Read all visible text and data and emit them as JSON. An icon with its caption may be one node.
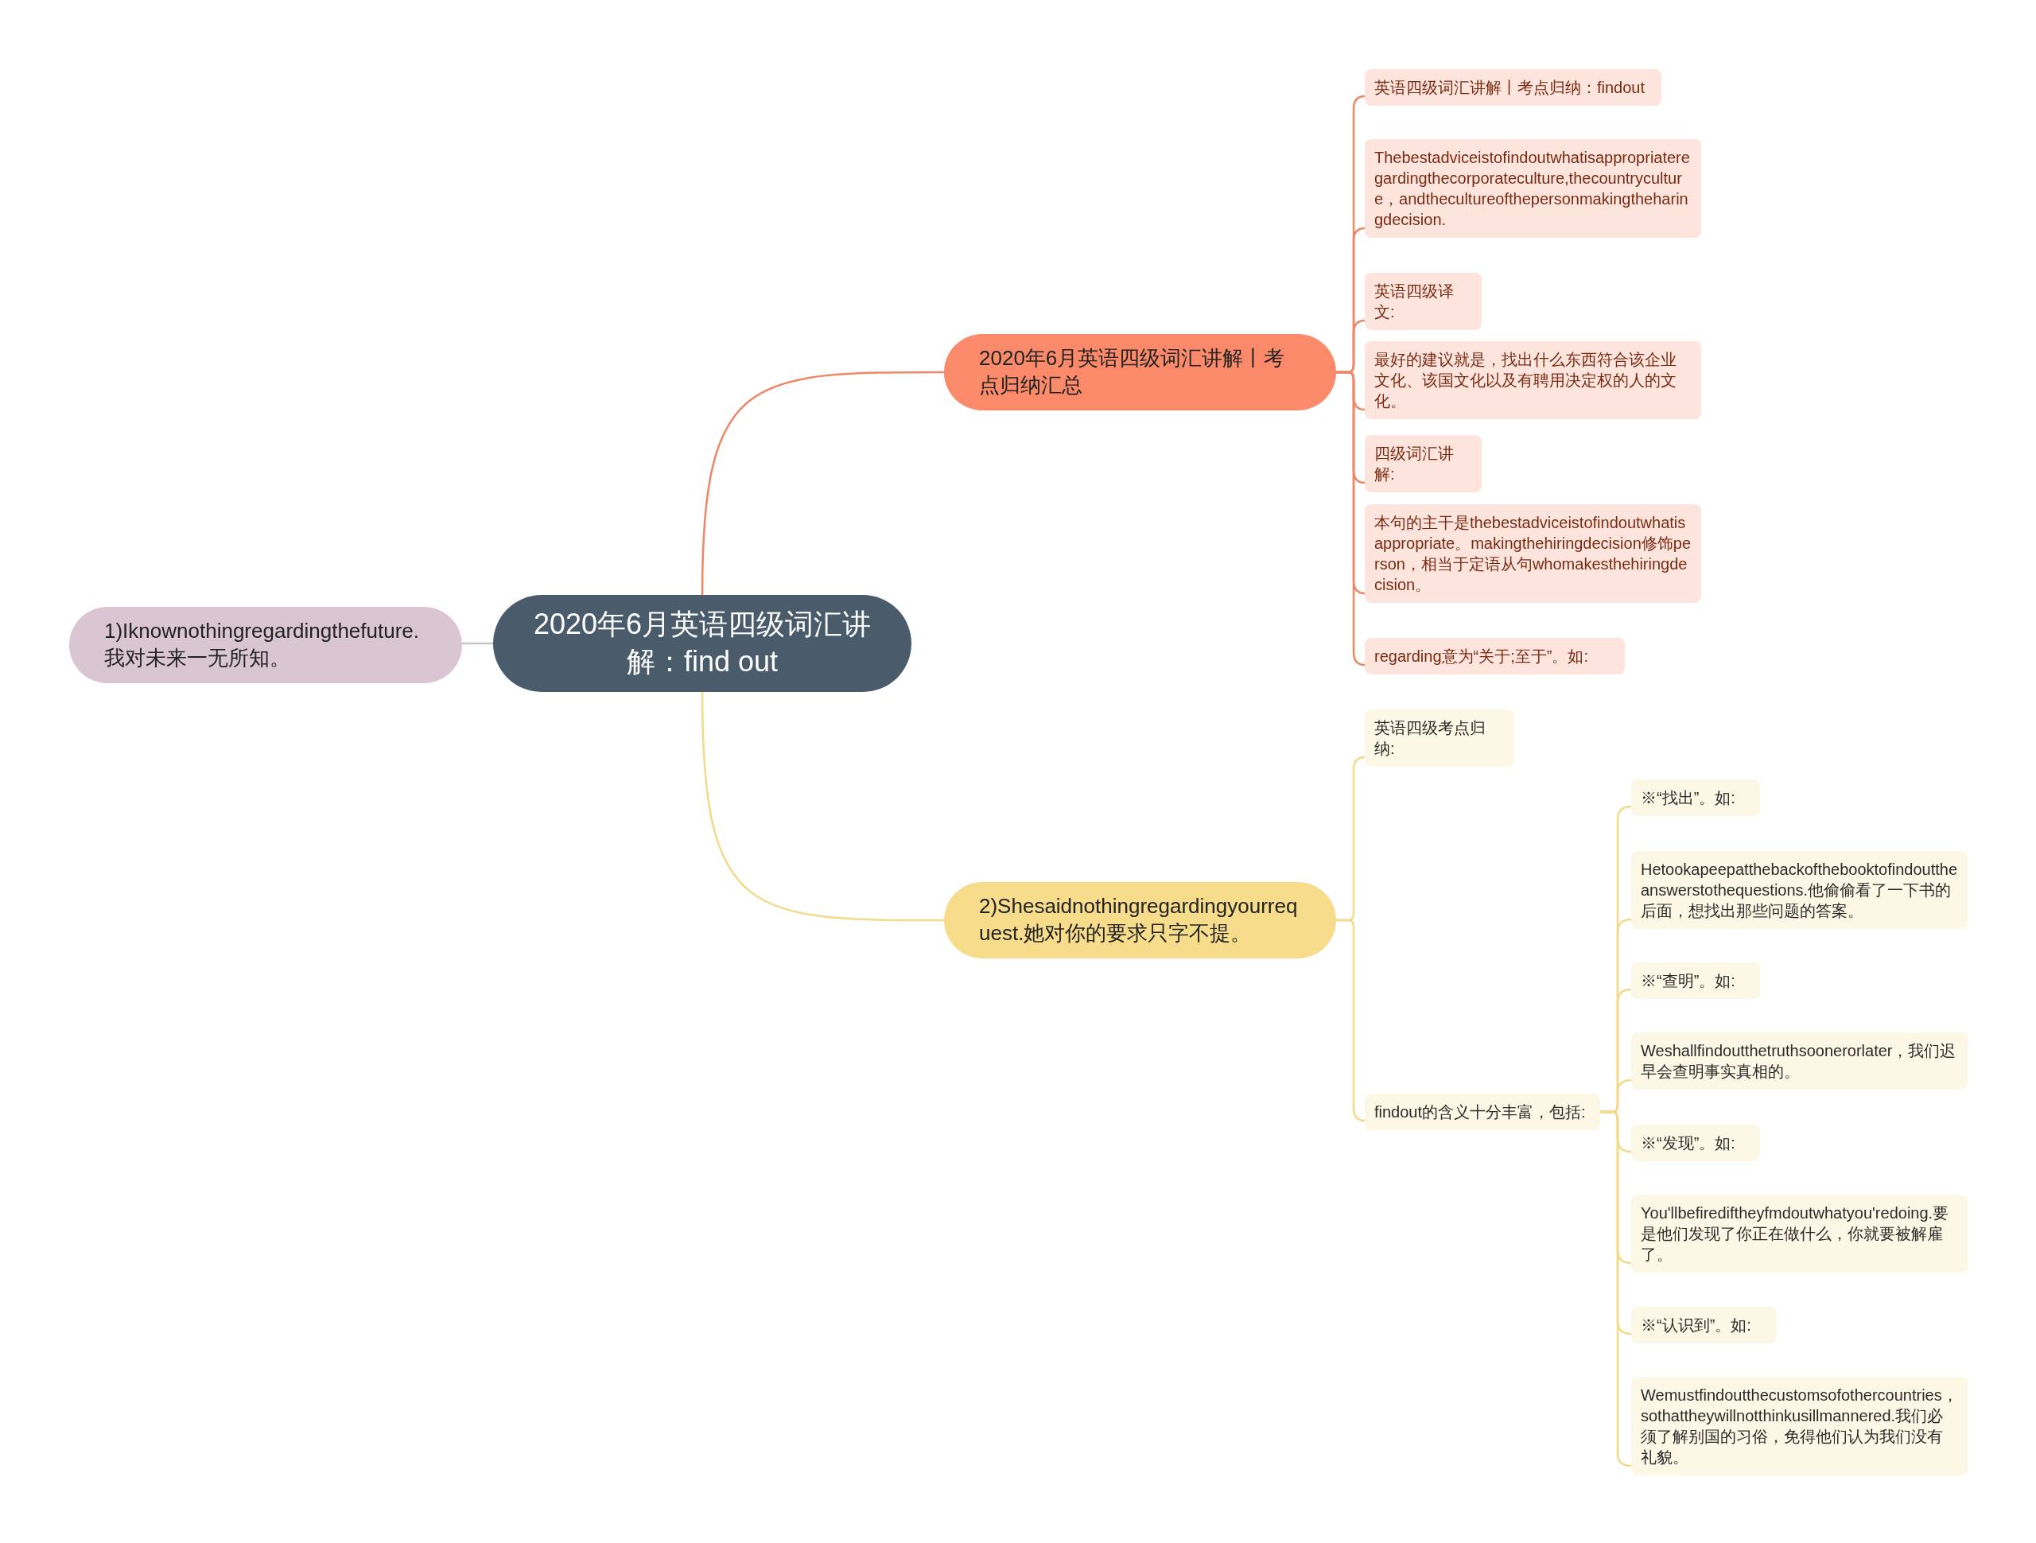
{
  "diagram": {
    "nodes": [
      {
        "text": [
          "2020年6月英语四级词汇讲解：find out"
        ]
      },
      {
        "text": [
          "1)Iknownothingregardingthefuture.我对未来一无所知。"
        ]
      },
      {
        "text": [
          "2020年6月英语四级词汇讲解丨考点归纳汇总"
        ]
      },
      {
        "text": [
          "英语四级词汇讲解丨考点归纳：findout"
        ]
      },
      {
        "text": [
          "Thebestadviceistofindoutwhatisappropriateregardingthecorporateculture,thecountryculture，andthecultureofthepersonmakingtheharingdecision."
        ]
      },
      {
        "text": [
          "英语四级译文:"
        ]
      },
      {
        "text": [
          "最好的建议就是，找出什么东西符合该企业文化、该国文化以及有聘用决定权的人的文化。"
        ]
      },
      {
        "text": [
          "四级词汇讲解:"
        ]
      },
      {
        "text": [
          "本句的主干是thebestadviceistofindoutwhatisappropriate。makingthehiringdecision修饰person，相当于定语从句whomakesthehiringdecision。"
        ]
      },
      {
        "text": [
          "regarding意为“关于;至于”。如:"
        ]
      },
      {
        "text": [
          "2)Shesaidnothingregardingyourrequest.她对你的要求只字不提。"
        ]
      },
      {
        "text": [
          "英语四级考点归纳:"
        ]
      },
      {
        "text": [
          "findout的含义十分丰富，包括:"
        ]
      },
      {
        "text": [
          "※“找出”。如:"
        ]
      },
      {
        "text": [
          "Hetookapeepatthebackofthebooktofindouttheanswerstothequestions.他偷偷看了一下书的后面，想找出那些问题的答案。"
        ]
      },
      {
        "text": [
          "※“查明”。如:"
        ]
      },
      {
        "text": [
          "Weshallfindoutthetruthsoonerorlater，我们迟早会查明事实真相的。"
        ]
      },
      {
        "text": [
          "※“发现”。如:"
        ]
      },
      {
        "text": [
          "You'llbefirediftheyfmdoutwhatyou'redoing.要是他们发现了你正在做什么，你就要被解雇了。"
        ]
      },
      {
        "text": [
          "※“认识到”。如:"
        ]
      },
      {
        "text": [
          "Wemustfindoutthecustomsofothercountries，sothattheywillnotthinkusillmannered.我们必须了解别国的习俗，免得他们认为我们没有礼貌。"
        ]
      }
    ],
    "edges": [
      {
        "from": 0,
        "to": 1,
        "arrow": "none",
        "color": "#c8c8c8"
      },
      {
        "from": 0,
        "to": 2,
        "arrow": "none",
        "color": "#ef8766"
      },
      {
        "from": 2,
        "to": 3,
        "arrow": "none",
        "color": "#ef8766"
      },
      {
        "from": 2,
        "to": 4,
        "arrow": "none",
        "color": "#ef8766"
      },
      {
        "from": 2,
        "to": 5,
        "arrow": "none",
        "color": "#ef8766"
      },
      {
        "from": 2,
        "to": 6,
        "arrow": "none",
        "color": "#ef8766"
      },
      {
        "from": 2,
        "to": 7,
        "arrow": "none",
        "color": "#ef8766"
      },
      {
        "from": 2,
        "to": 8,
        "arrow": "none",
        "color": "#ef8766"
      },
      {
        "from": 2,
        "to": 9,
        "arrow": "none",
        "color": "#ef8766"
      },
      {
        "from": 0,
        "to": 10,
        "arrow": "none"
      },
      {
        "from": 10,
        "to": 11,
        "arrow": "none"
      },
      {
        "from": 10,
        "to": 12,
        "arrow": "none"
      },
      {
        "from": 12,
        "to": 13,
        "arrow": "none"
      },
      {
        "from": 12,
        "to": 14,
        "arrow": "none"
      },
      {
        "from": 12,
        "to": 15,
        "arrow": "none"
      },
      {
        "from": 12,
        "to": 16,
        "arrow": "none"
      },
      {
        "from": 12,
        "to": 17,
        "arrow": "none"
      },
      {
        "from": 12,
        "to": 18,
        "arrow": "none"
      },
      {
        "from": 12,
        "to": 19,
        "arrow": "none"
      },
      {
        "from": 12,
        "to": 20,
        "arrow": "none"
      }
    ]
  }
}
